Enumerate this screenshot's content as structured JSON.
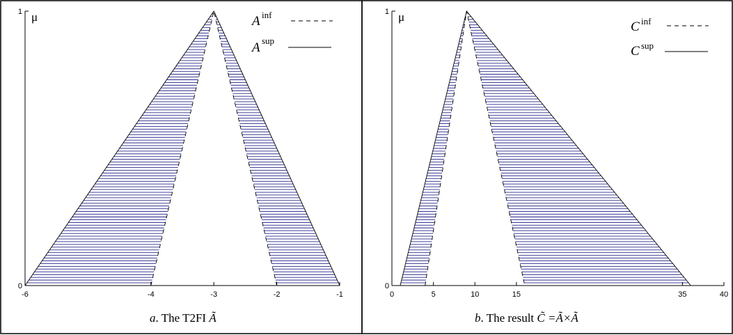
{
  "chart_data": [
    {
      "type": "area",
      "caption": {
        "letter": "a",
        "text": ". The T2FI ",
        "symbol": "Ã"
      },
      "ylabel": "μ",
      "xlim": [
        -6,
        -1
      ],
      "ylim": [
        0,
        1
      ],
      "x_ticks": [
        -6,
        -4,
        -3,
        -2,
        -1
      ],
      "y_ticks": [
        0,
        1
      ],
      "legend": [
        {
          "base": "A",
          "super": "inf",
          "style": "dashed"
        },
        {
          "base": "A",
          "super": "sup",
          "style": "solid"
        }
      ],
      "series": [
        {
          "name": "sup",
          "points": [
            [
              -6,
              0
            ],
            [
              -3,
              1
            ],
            [
              -1,
              0
            ]
          ]
        },
        {
          "name": "inf",
          "points": [
            [
              -4,
              0
            ],
            [
              -3,
              1
            ],
            [
              -2,
              0
            ]
          ]
        }
      ],
      "fill_color": "#2a2a8c"
    },
    {
      "type": "area",
      "caption": {
        "letter": "b",
        "text": ". The result  ",
        "symbol": "C̃ =Ã×Ã"
      },
      "ylabel": "μ",
      "xlim": [
        0,
        40
      ],
      "ylim": [
        0,
        1
      ],
      "x_ticks": [
        0,
        5,
        10,
        15,
        35,
        40
      ],
      "y_ticks": [
        0,
        1
      ],
      "legend": [
        {
          "base": "C",
          "super": "inf",
          "style": "dashed"
        },
        {
          "base": "C",
          "super": "sup",
          "style": "solid"
        }
      ],
      "series": [
        {
          "name": "sup",
          "points": [
            [
              1,
              0
            ],
            [
              9,
              1
            ],
            [
              36,
              0
            ]
          ]
        },
        {
          "name": "inf",
          "points": [
            [
              4,
              0
            ],
            [
              9,
              1
            ],
            [
              16,
              0
            ]
          ]
        }
      ],
      "fill_color": "#2a2a8c"
    }
  ]
}
